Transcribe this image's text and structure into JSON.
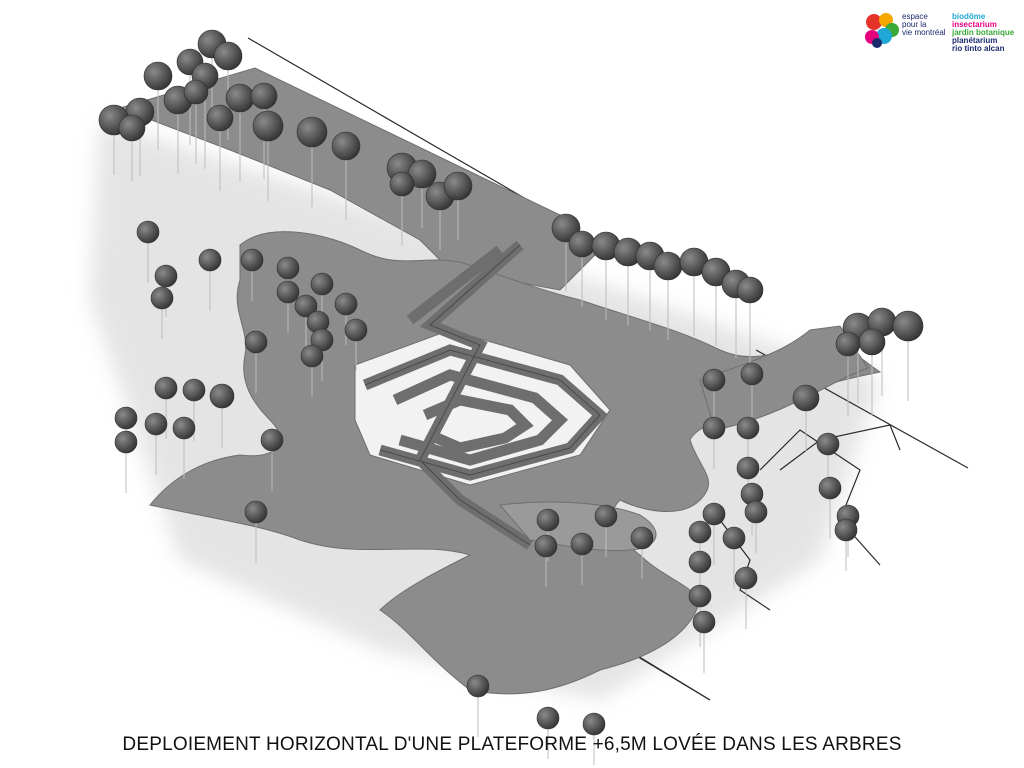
{
  "logo": {
    "left_lines": [
      "espace",
      "pour la",
      "vie montréal"
    ],
    "right_lines": [
      {
        "text": "biodôme",
        "color": "#1fa7d6"
      },
      {
        "text": "insectarium",
        "color": "#e6007e"
      },
      {
        "text": "jardin botanique",
        "color": "#3aa935"
      },
      {
        "text": "planétarium",
        "color": "#1a2a6c"
      },
      {
        "text": "rio tinto alcan",
        "color": "#1a2a6c"
      }
    ],
    "mark_colors": [
      "#e6332a",
      "#f7a600",
      "#3aa935",
      "#1fa7d6",
      "#e6007e",
      "#1a2a6c"
    ]
  },
  "caption": "DEPLOIEMENT HORIZONTAL D'UNE PLATEFORME +6,5M LOVÉE DANS LES ARBRES",
  "palette": {
    "platform": "#8c8c8c",
    "platform_edge": "#6f6f6f",
    "shadow": "#e2e2e2",
    "tree": "#555555",
    "tree_dark": "#3d3d3d",
    "stem": "#bdbdbd",
    "ramp": "#6e6e6e",
    "line": "#2a2a2a"
  }
}
